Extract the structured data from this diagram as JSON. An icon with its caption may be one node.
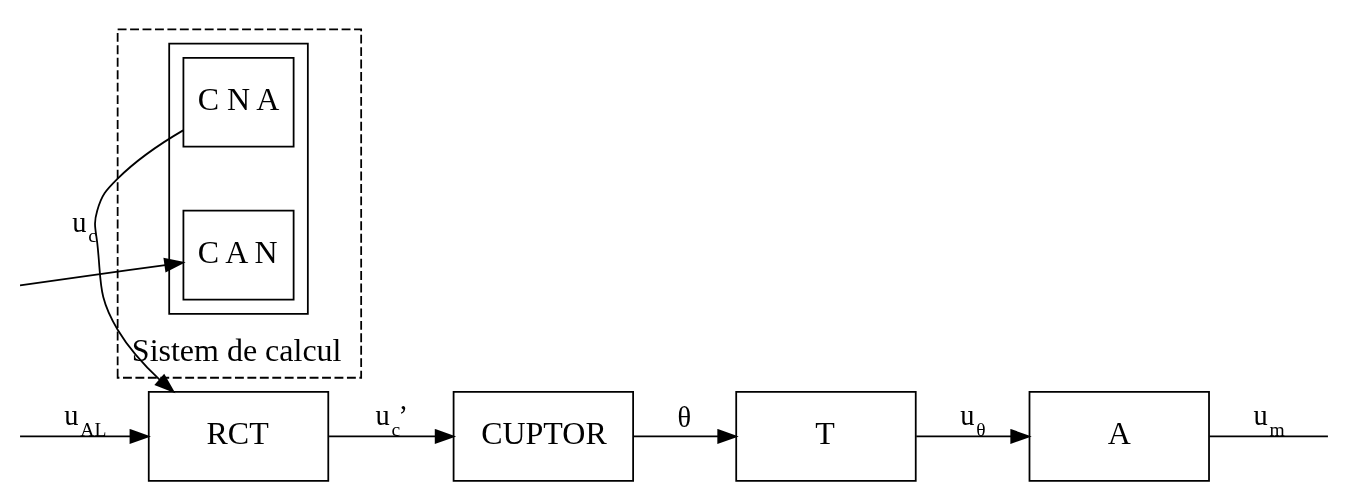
{
  "diagram": {
    "nodes": [
      {
        "text": [
          "RCT"
        ]
      },
      {
        "text": [
          "CUPTOR"
        ]
      },
      {
        "text": [
          "T"
        ]
      },
      {
        "text": [
          "A"
        ]
      },
      {
        "text": [
          "Sistem de calcul"
        ]
      },
      {
        "text": [],
        "shape": "box",
        "in": 4
      },
      {
        "text": [
          "C N A"
        ],
        "in": 5
      },
      {
        "text": [
          "C A N"
        ],
        "in": 5
      }
    ],
    "edges": [
      {
        "from": null,
        "to": 0,
        "arrow": "to",
        "label": "u$_{AL}$"
      },
      {
        "from": 0,
        "to": 1,
        "arrow": "to",
        "label": "u$_{c}$’"
      },
      {
        "from": 1,
        "to": 2,
        "arrow": "to",
        "label": "θ"
      },
      {
        "from": 2,
        "to": 3,
        "arrow": "to",
        "label": "u$_{θ}$"
      },
      {
        "from": 3,
        "to": null,
        "arrow": "none",
        "label": "u$_{m}$"
      },
      {
        "from": 6,
        "to": 0,
        "arrow": "to",
        "label": "u$_{c}$"
      },
      {
        "from": null,
        "to": 7,
        "arrow": "to"
      }
    ]
  }
}
